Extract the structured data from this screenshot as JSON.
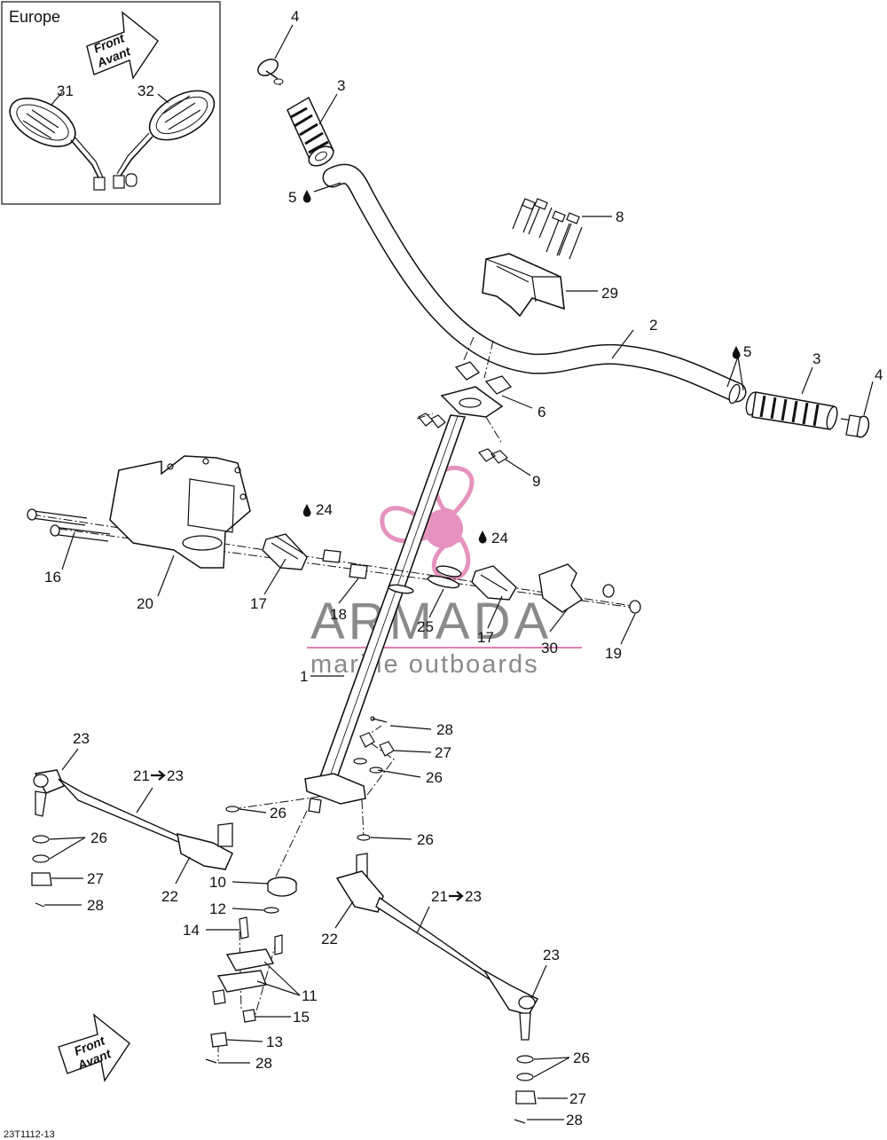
{
  "inset": {
    "title": "Europe"
  },
  "front_arrow": {
    "line1": "Front",
    "line2": "Avant"
  },
  "labels": {
    "l1": "1",
    "l2": "2",
    "l3a": "3",
    "l3b": "3",
    "l4a": "4",
    "l4b": "4",
    "l5a": "5",
    "l5b": "5",
    "l6": "6",
    "l8": "8",
    "l9": "9",
    "l10": "10",
    "l11": "11",
    "l12": "12",
    "l13": "13",
    "l14": "14",
    "l15": "15",
    "l16": "16",
    "l17a": "17",
    "l17b": "17",
    "l18": "18",
    "l19": "19",
    "l20": "20",
    "l21a": "21",
    "l21b": "21",
    "l22a": "22",
    "l22b": "22",
    "l23a": "23",
    "l23b": "23",
    "l23c": "23",
    "l23d": "23",
    "l24a": "24",
    "l24b": "24",
    "l25": "25",
    "l26a": "26",
    "l26b": "26",
    "l26c": "26",
    "l26d": "26",
    "l26e": "26",
    "l27a": "27",
    "l27b": "27",
    "l27c": "27",
    "l28a": "28",
    "l28b": "28",
    "l28c": "28",
    "l28d": "28",
    "l29": "29",
    "l30": "30",
    "l31": "31",
    "l32": "32"
  },
  "watermark": {
    "title": "ARMADA",
    "subtitle": "marine outboards",
    "color": "#e27fb4"
  },
  "drawing_code": "23T1112-13"
}
